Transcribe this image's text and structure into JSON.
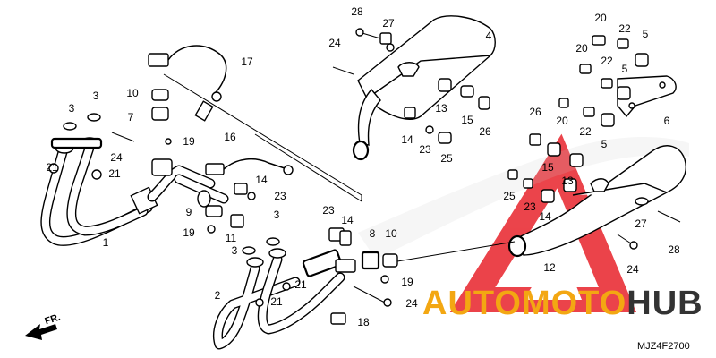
{
  "diagram": {
    "code": "MJZ4F2700",
    "direction_label": "FR.",
    "part_labels": [
      "1",
      "2",
      "3",
      "4",
      "5",
      "6",
      "7",
      "8",
      "9",
      "10",
      "11",
      "12",
      "13",
      "14",
      "15",
      "16",
      "17",
      "18",
      "19",
      "20",
      "21",
      "22",
      "23",
      "24",
      "25",
      "26",
      "27",
      "28"
    ]
  },
  "watermark": {
    "text_auto": "AUTOMOTO",
    "text_hub": "HUB",
    "colors": {
      "triangle": "#e8232b",
      "auto": "#f3a712",
      "hub": "#333333"
    }
  },
  "callouts": [
    {
      "label": "1"
    },
    {
      "label": "2"
    },
    {
      "label": "3"
    },
    {
      "label": "3"
    },
    {
      "label": "3"
    },
    {
      "label": "3"
    },
    {
      "label": "4"
    },
    {
      "label": "5"
    },
    {
      "label": "5"
    },
    {
      "label": "5"
    },
    {
      "label": "6"
    },
    {
      "label": "7"
    },
    {
      "label": "8"
    },
    {
      "label": "9"
    },
    {
      "label": "10"
    },
    {
      "label": "10"
    },
    {
      "label": "11"
    },
    {
      "label": "12"
    },
    {
      "label": "13"
    },
    {
      "label": "13"
    },
    {
      "label": "14"
    },
    {
      "label": "14"
    },
    {
      "label": "14"
    },
    {
      "label": "14"
    },
    {
      "label": "15"
    },
    {
      "label": "15"
    },
    {
      "label": "16"
    },
    {
      "label": "17"
    },
    {
      "label": "18"
    },
    {
      "label": "19"
    },
    {
      "label": "19"
    },
    {
      "label": "19"
    },
    {
      "label": "20"
    },
    {
      "label": "20"
    },
    {
      "label": "20"
    },
    {
      "label": "21"
    },
    {
      "label": "21"
    },
    {
      "label": "21"
    },
    {
      "label": "21"
    },
    {
      "label": "22"
    },
    {
      "label": "22"
    },
    {
      "label": "22"
    },
    {
      "label": "23"
    },
    {
      "label": "23"
    },
    {
      "label": "23"
    },
    {
      "label": "23"
    },
    {
      "label": "24"
    },
    {
      "label": "24"
    },
    {
      "label": "24"
    },
    {
      "label": "24"
    },
    {
      "label": "25"
    },
    {
      "label": "25"
    },
    {
      "label": "26"
    },
    {
      "label": "26"
    },
    {
      "label": "27"
    },
    {
      "label": "27"
    },
    {
      "label": "28"
    },
    {
      "label": "28"
    }
  ]
}
